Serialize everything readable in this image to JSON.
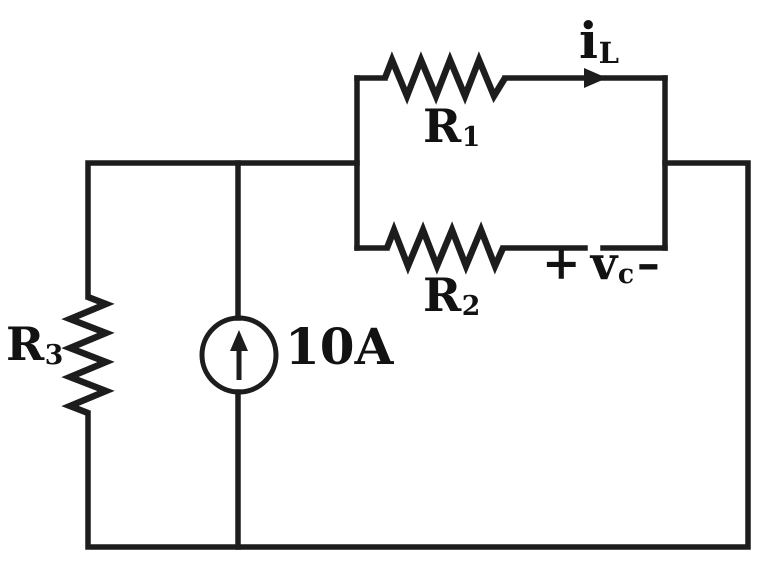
{
  "colors": {
    "line": "#1d1d1d",
    "text": "#121212",
    "background": "#ffffff"
  },
  "components": {
    "r1": {
      "label": "R",
      "sub": "1"
    },
    "r2": {
      "label": "R",
      "sub": "2"
    },
    "r3": {
      "label": "R",
      "sub": "3"
    },
    "current_source": {
      "value": "10A",
      "symbol": "up-arrow-in-circle"
    },
    "inductor_current": {
      "label": "i",
      "sub": "L",
      "symbol": "right-arrow"
    },
    "capacitor_voltage": {
      "plus": "+",
      "label": "v",
      "sub": "c",
      "minus": "–"
    }
  }
}
